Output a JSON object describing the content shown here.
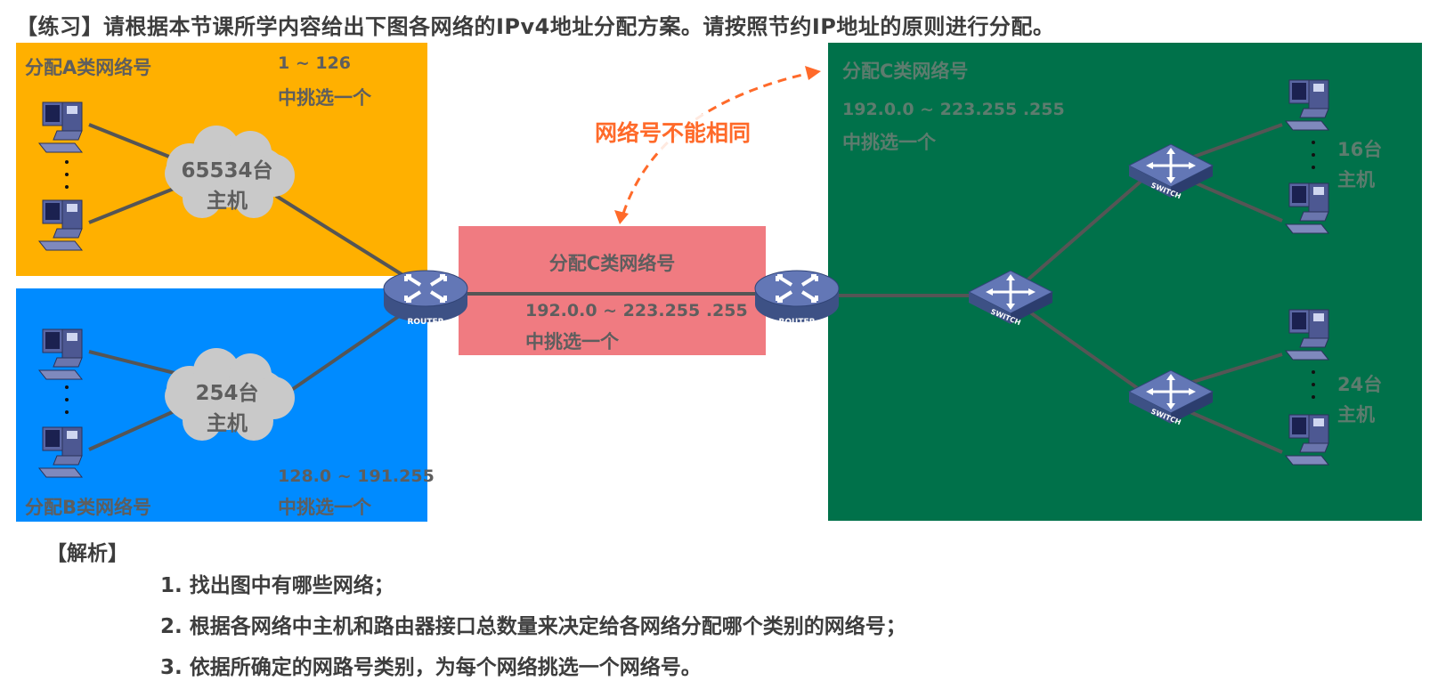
{
  "title": "【练习】请根据本节课所学内容给出下图各网络的IPv4地址分配方案。请按照节约IP地址的原则进行分配。",
  "network_a": {
    "label": "分配A类网络号",
    "range": "1 ~ 126",
    "pick": "中挑选一个",
    "hosts_line1": "65534台",
    "hosts_line2": "主机"
  },
  "network_b": {
    "label": "分配B类网络号",
    "range": "128.0 ~ 191.255",
    "pick": "中挑选一个",
    "hosts_line1": "254台",
    "hosts_line2": "主机"
  },
  "network_link": {
    "label": "分配C类网络号",
    "range": "192.0.0 ~ 223.255 .255",
    "pick": "中挑选一个"
  },
  "network_lan": {
    "label": "分配C类网络号",
    "range": "192.0.0 ~ 223.255 .255",
    "pick": "中挑选一个",
    "group1_line1": "16台",
    "group1_line2": "主机",
    "group2_line1": "24台",
    "group2_line2": "主机"
  },
  "devices": {
    "router_label": "ROUTER",
    "switch_label": "SWITCH"
  },
  "warning": "网络号不能相同",
  "analysis": {
    "heading": "【解析】",
    "steps": [
      "1. 找出图中有哪些网络；",
      "2. 根据各网络中主机和路由器接口总数量来决定给各网络分配哪个类别的网络号；",
      "3. 依据所确定的网路号类别，为每个网络挑选一个网络号。"
    ]
  },
  "colors": {
    "network_a": "#ffb000",
    "network_b": "#008bff",
    "network_link": "#f07b81",
    "network_lan": "#00714a",
    "warning": "#ff6a2a"
  }
}
